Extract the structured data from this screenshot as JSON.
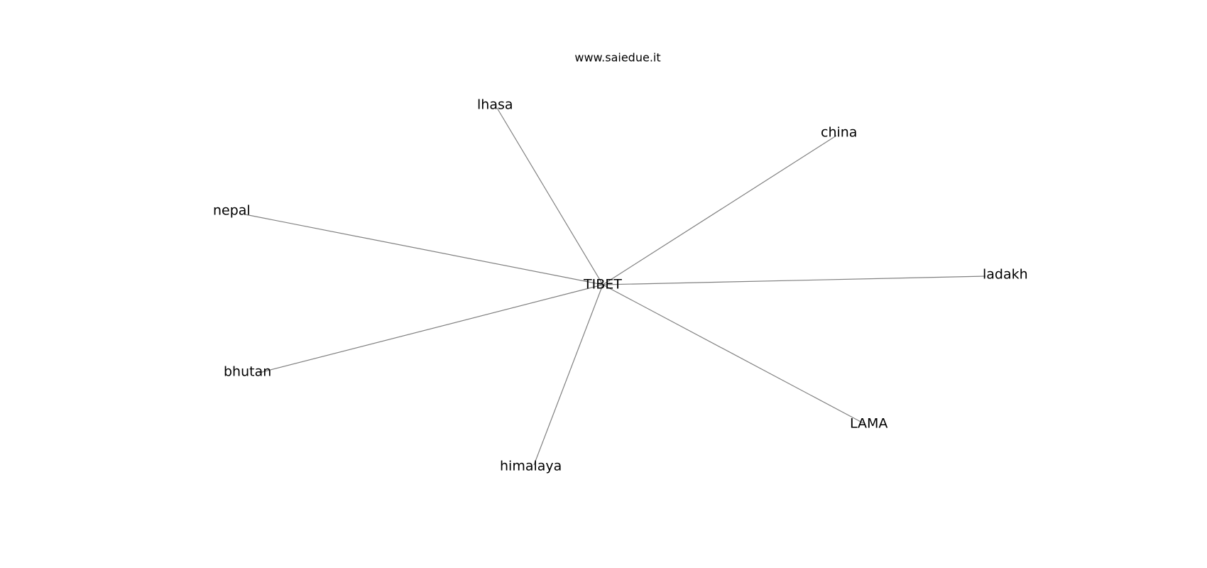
{
  "site": "www.saiedue.it",
  "center": "TIBET",
  "colors": {
    "edge": "#808080",
    "text": "#000000",
    "background": "#ffffff"
  },
  "nodes": [
    {
      "id": "tibet",
      "label": "TIBET"
    },
    {
      "id": "lhasa",
      "label": "lhasa"
    },
    {
      "id": "china",
      "label": "china"
    },
    {
      "id": "nepal",
      "label": "nepal"
    },
    {
      "id": "ladakh",
      "label": "ladakh"
    },
    {
      "id": "bhutan",
      "label": "bhutan"
    },
    {
      "id": "lama",
      "label": "LAMA"
    },
    {
      "id": "himalaya",
      "label": "himalaya"
    }
  ],
  "edges": [
    {
      "from": "tibet",
      "to": "lhasa"
    },
    {
      "from": "tibet",
      "to": "china"
    },
    {
      "from": "tibet",
      "to": "nepal"
    },
    {
      "from": "tibet",
      "to": "ladakh"
    },
    {
      "from": "tibet",
      "to": "bhutan"
    },
    {
      "from": "tibet",
      "to": "lama"
    },
    {
      "from": "tibet",
      "to": "himalaya"
    }
  ]
}
